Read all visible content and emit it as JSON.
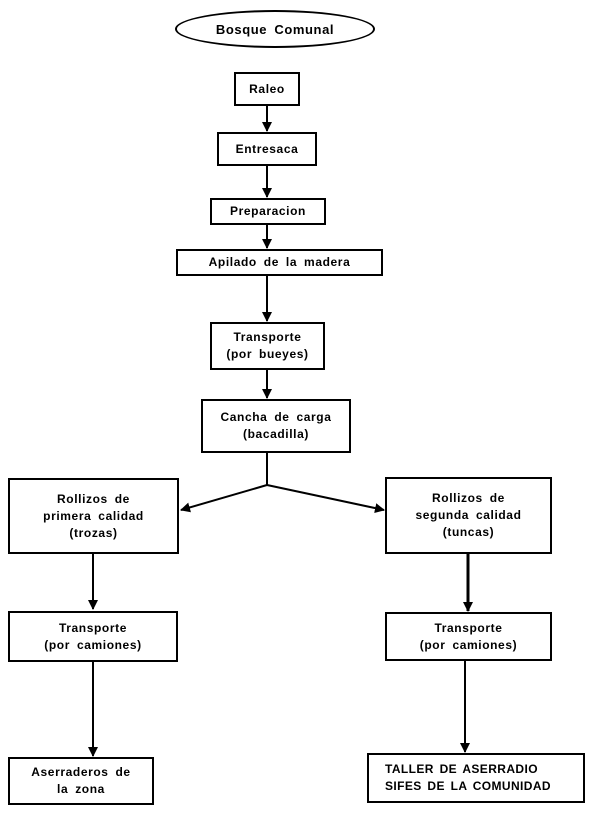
{
  "diagram": {
    "title_node": "Bosque Comunal",
    "nodes": {
      "raleo": "Raleo",
      "entresaca": "Entresaca",
      "preparacion": "Preparacion",
      "apilado": "Apilado de la madera",
      "transporte_bueyes": "Transporte\n(por bueyes)",
      "cancha": "Cancha de carga\n(bacadilla)",
      "rollizos_primera": "Rollizos de\nprimera calidad\n(trozas)",
      "rollizos_segunda": "Rollizos de\nsegunda calidad\n(tuncas)",
      "transporte_camiones_1": "Transporte\n(por camiones)",
      "transporte_camiones_2": "Transporte\n(por camiones)",
      "aserraderos": "Aserraderos de\nla zona",
      "taller": "TALLER DE ASERRADIO\nSIFES DE LA COMUNIDAD"
    },
    "line_color": "#000000",
    "background": "#ffffff"
  }
}
